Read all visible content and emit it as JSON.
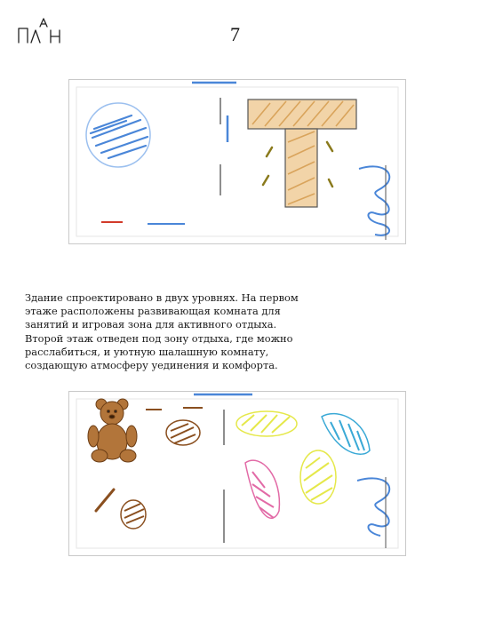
{
  "header": {
    "logo_text": "ПЛАН",
    "page_number": "7"
  },
  "description": {
    "lines": [
      "Здание спроектировано в двух уровнях. На первом",
      "этаже расположены развивающая комната для",
      "занятий и игровая зона для активного отдыха.",
      "Второй этаж отведен под зону отдыха, где можно",
      "расслабиться, и уютную шалашную комнату,",
      "создающую атмосферу уединения и комфорта."
    ]
  },
  "colors": {
    "blue": "#4a86d8",
    "tan": "#d9a45c",
    "red": "#d23a2a",
    "olive": "#8a7a1c",
    "brown": "#8a4f1f",
    "yellow": "#e5e84a",
    "pink": "#e26aa6",
    "cyan": "#3aa9d6",
    "frame": "#c9c9c9"
  },
  "icons": [
    "plan-logo",
    "teddy-bear-icon",
    "stair-icon"
  ]
}
